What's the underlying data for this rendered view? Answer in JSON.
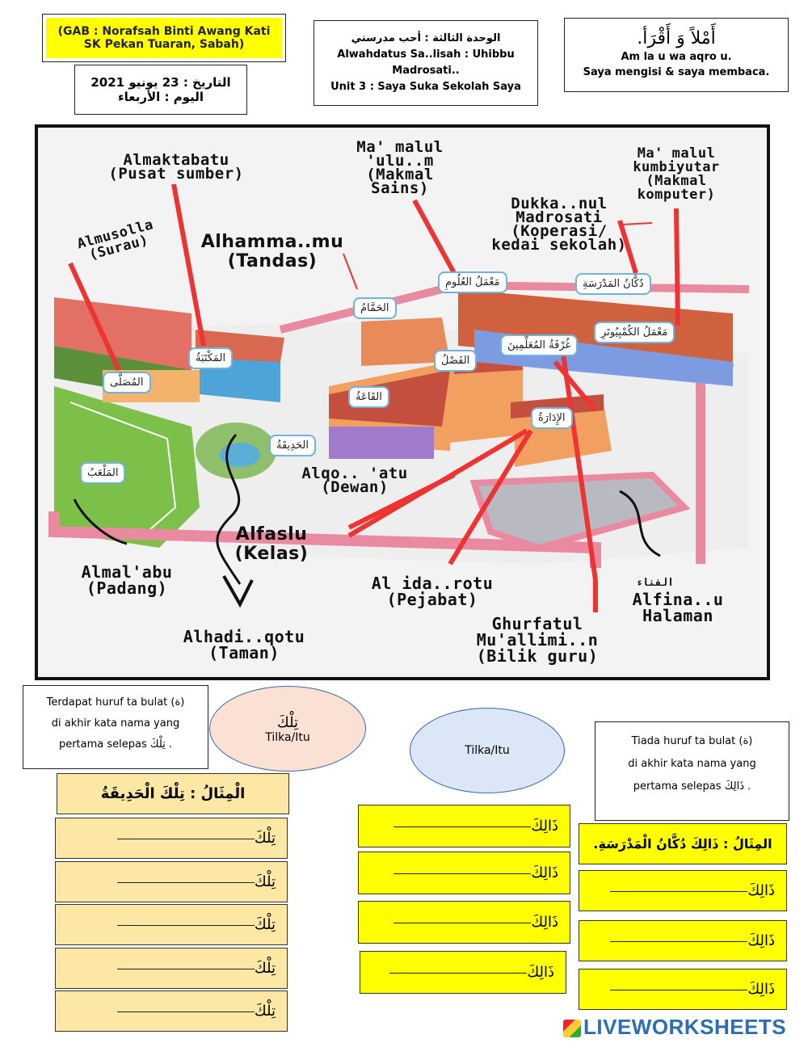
{
  "header": {
    "author_line1": "(GAB : Norafsah Binti Awang Kati",
    "author_line2": "SK Pekan Tuaran, Sabah)",
    "date_line1": "التاريخ : 23 يونيو 2021",
    "date_line2": "اليوم : الأربعاء",
    "unit_ar": "الوحدة الثالثة : أحب مدرستي",
    "unit_line2": "Alwahdatus Sa..lisah : Uhibbu",
    "unit_line3": "Madrosati..",
    "unit_line4": "Unit 3 : Saya Suka Sekolah Saya",
    "imla_ar": "أَمْلاً وَ أَقْرَأ.",
    "imla_line2": "Am la u wa aqro u.",
    "imla_line3": "Saya mengisi & saya membaca."
  },
  "map": {
    "labels": {
      "maktabah": "Almaktabatu\n(Pusat sumber)",
      "makmal_sains": "Ma' malul\n'ulu..m\n(Makmal\nSains)",
      "makmal_komputer": "Ma' malul\nkumbiyutar\n(Makmal\nkomputer)",
      "dukkan": "Dukka..nul\nMadrosati\n(Koperasi/\nkedai sekolah)",
      "musolla": "Almusolla\n(Surau)",
      "hammam": "Alhamma..mu\n(Tandas)",
      "qoah": "Alqo.. 'atu\n(Dewan)",
      "fasl": "Alfaslu\n(Kelas)",
      "malab": "Almal'abu\n(Padang)",
      "idarah": "Al ida..rotu\n(Pejabat)",
      "fina": "Alfina..u\nHalaman",
      "fina_ar": "الفناء",
      "hadiqah": "Alhadi..qotu\n(Taman)",
      "ghurfah": "Ghurfatul\nMu'allimi..n\n(Bilik guru)"
    },
    "tags": {
      "hammam": "الحَمَّامُ",
      "makmal_ulum": "مَعْمَلُ العُلُومِ",
      "dukkan": "دُكَّانُ المَدْرَسَةِ",
      "maktabah": "المَكْتَبَةُ",
      "musolla": "المُصَلَّى",
      "fasl": "الفَصْلُ",
      "ghurfah": "غُرْفَةُ المُعَلِّمِينَ",
      "kumbiyutar": "مَعْمَلُ الكُمْبِيُوتَرِ",
      "qoah": "القَاعَةُ",
      "idarah": "الإِدَارَةُ",
      "hadiqah": "الحَدِيقَةُ",
      "malab": "المَلْعَبُ"
    }
  },
  "notes": {
    "left_line1": "Terdapat huruf ta bulat (ة)",
    "left_line2": "di akhir kata nama yang",
    "left_line3": "pertama selepas تِلْكَ .",
    "right_line1": "Tiada huruf ta bulat (ة)",
    "right_line2": "di akhir kata nama yang",
    "right_line3": "pertama selepas ذَالِكَ ."
  },
  "ellipses": {
    "left_ar": "تِلْكَ",
    "left_text": "Tilka/Itu",
    "right_text": "Tilka/Itu"
  },
  "examples": {
    "left": "الْمِثَالُ : تِلْكَ الْحَدِيقَةُ",
    "right": "المِثَالُ : ذَالِكَ دُكَّانُ الْمَدْرَسَةِ."
  },
  "exercises": {
    "tilka": "تِلْكَ",
    "dhalika": "ذَالِكَ"
  },
  "footer": {
    "logo": "LIVEWORKSHEETS"
  }
}
